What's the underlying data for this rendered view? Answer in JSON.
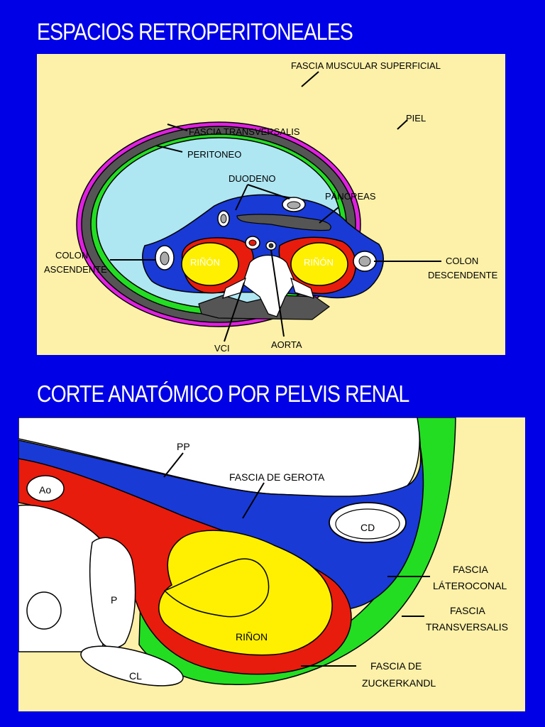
{
  "titles": {
    "top": "ESPACIOS RETROPERITONEALES",
    "bottom": "CORTE ANATÓMICO POR PELVIS RENAL"
  },
  "diagram1": {
    "labels": {
      "fascia_muscular": "FASCIA MUSCULAR SUPERFICIAL",
      "piel": "PIEL",
      "fascia_transversalis": "FASCIA TRANSVERSALIS",
      "peritoneo": "PERITONEO",
      "duodeno": "DUODENO",
      "pancreas": "PÁNCREAS",
      "colon_asc_1": "COLON",
      "colon_asc_2": "ASCENDENTE",
      "colon_desc_1": "COLON",
      "colon_desc_2": "DESCENDENTE",
      "rinon_left": "RIÑÓN",
      "rinon_right": "RIÑÓN",
      "vci": "VCI",
      "aorta": "AORTA"
    }
  },
  "diagram2": {
    "labels": {
      "pp": "PP",
      "fascia_gerota": "FASCIA DE GEROTA",
      "ao": "Ao",
      "cd": "CD",
      "p": "P",
      "rinon": "RIÑON",
      "cl": "CL",
      "fascia_lat_1": "FASCIA",
      "fascia_lat_2": "LÁTEROCONAL",
      "fascia_trans_1": "FASCIA",
      "fascia_trans_2": "TRANSVERSALIS",
      "fascia_zuck_1": "FASCIA DE",
      "fascia_zuck_2": "ZUCKERKANDL"
    }
  },
  "colors": {
    "background": "#0000e6",
    "panel": "#fdf0a8",
    "peritoneal_cavity": "#aee6f2",
    "anterior_pararenal": "#1a3ad6",
    "perirenal_fascia": "#e81c0c",
    "kidney": "#ffef00",
    "posterior_pararenal": "#22dd22",
    "muscle": "#555555",
    "skin": "#e020e0"
  }
}
